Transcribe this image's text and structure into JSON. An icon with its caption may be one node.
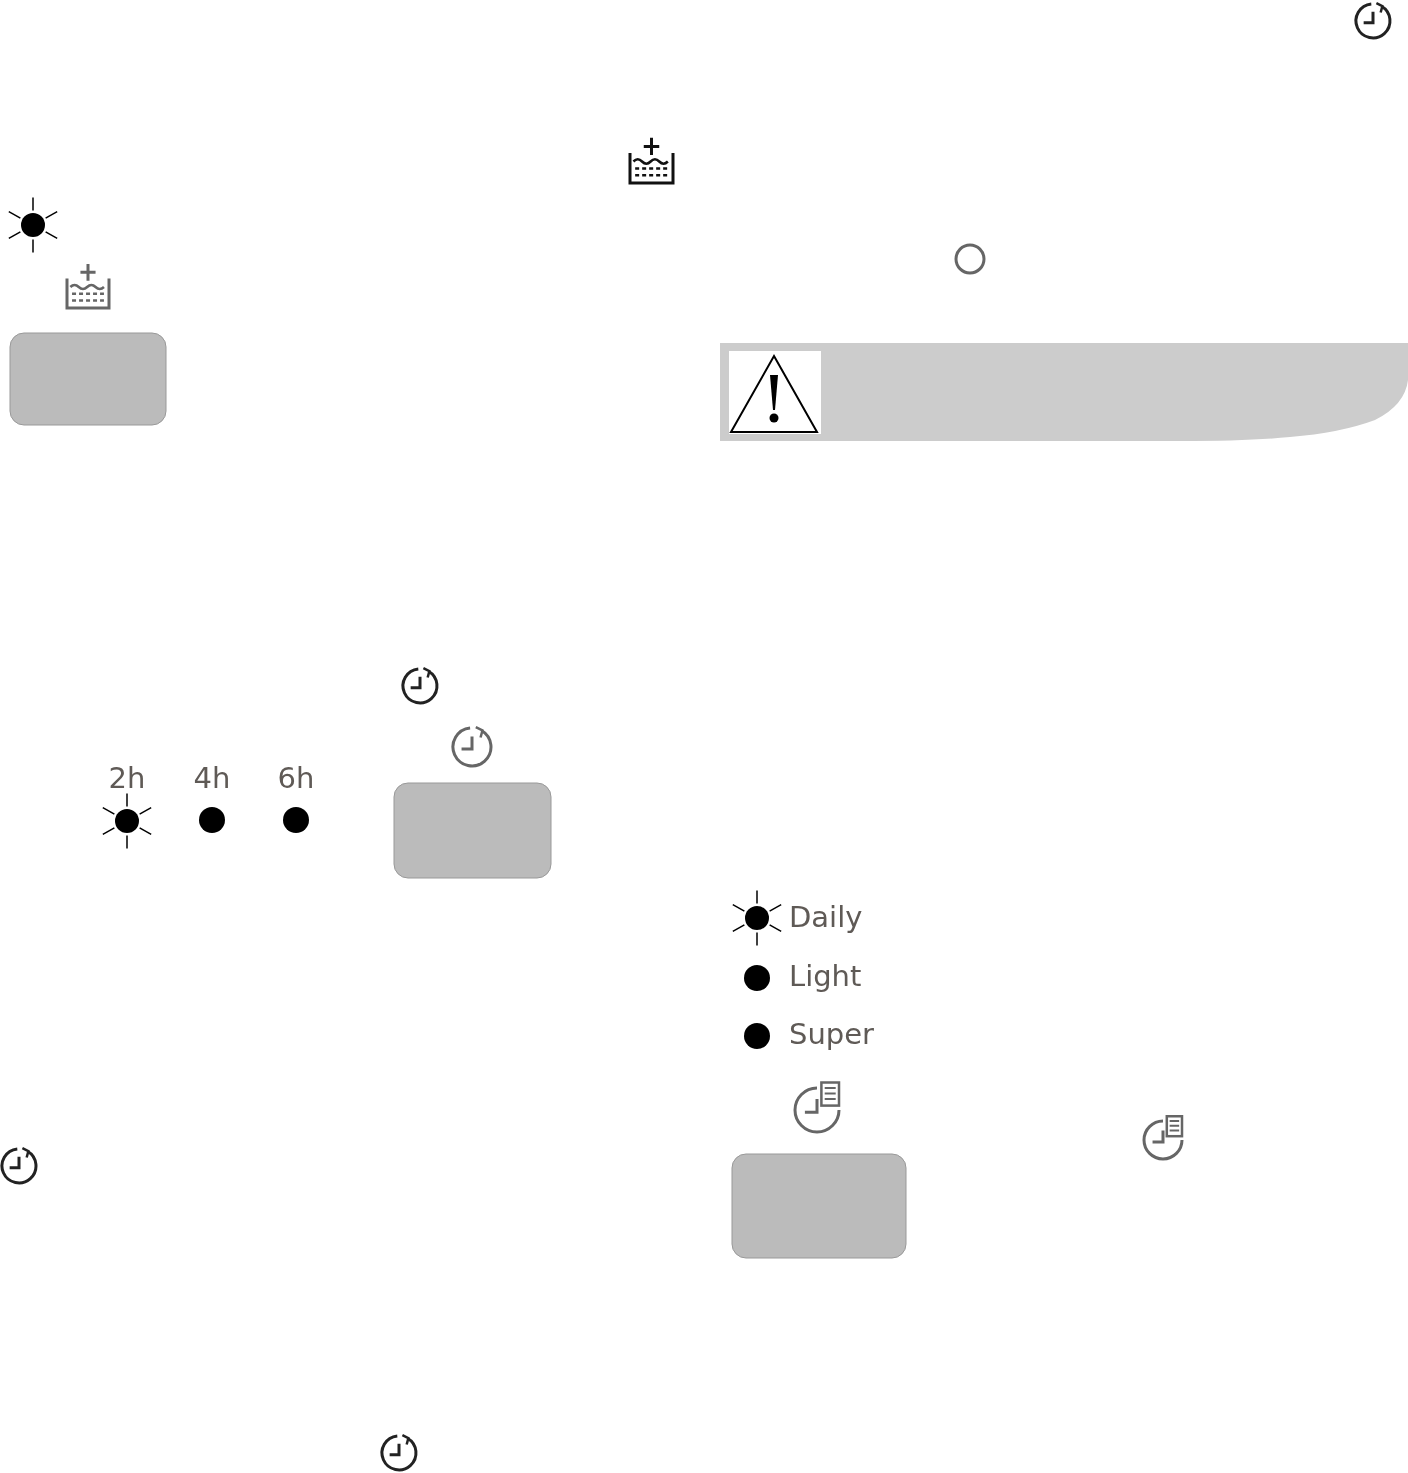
{
  "diagram": {
    "labels": [
      "2h",
      "4h",
      "6h",
      "Daily",
      "Light",
      "Super"
    ]
  }
}
